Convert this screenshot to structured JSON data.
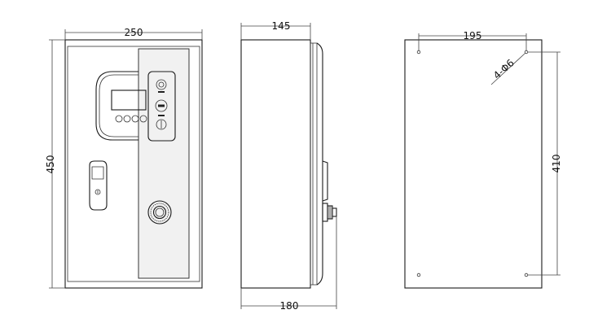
{
  "front_view": {
    "width_label": "250",
    "height_label": "450"
  },
  "side_view": {
    "depth_label": "145",
    "overall_depth_label": "180"
  },
  "back_view": {
    "hole_spacing_h_label": "195",
    "hole_spacing_v_label": "410",
    "hole_spec_label": "4-Φ6"
  }
}
